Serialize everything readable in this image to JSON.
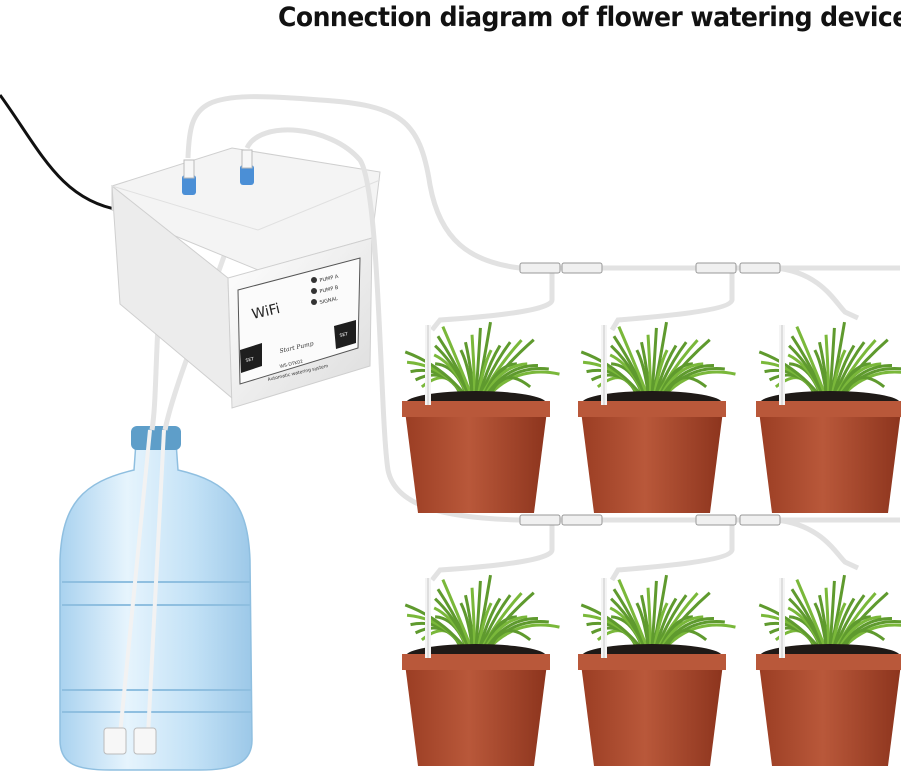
{
  "title": "Connection diagram of flower watering device",
  "device": {
    "wifi_label": "WiFi",
    "leds": [
      "PUMP A",
      "PUMP B",
      "SIGNAL"
    ],
    "center_button": "Start Pump",
    "model": "WS-DTK02",
    "subtitle": "Automatic watering system",
    "button_left": "SET",
    "button_right": "SET"
  },
  "colors": {
    "pot": "#a8452a",
    "pot_rim": "#b9583a",
    "soil": "#1f1a17",
    "grass": "#5f9a2e",
    "bottle": "#c7e3f6",
    "cap": "#5e9ec9",
    "tube": "#dedede",
    "device": "#f3f3f3",
    "panel": "#1e1e1e"
  },
  "plants": {
    "rows": 2,
    "per_row": 3
  }
}
